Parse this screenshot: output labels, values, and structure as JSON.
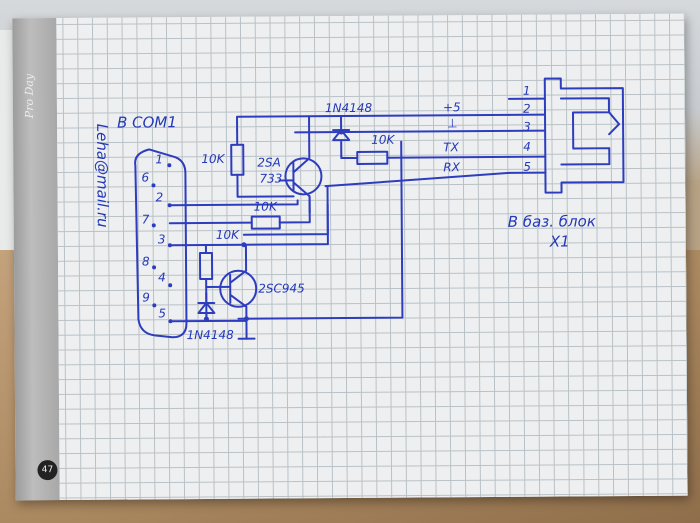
{
  "photo": {
    "subject": "hand-drawn schematic on graph paper notebook",
    "ink_color": "#2d3dbe",
    "paper_color": "#eeeff0",
    "grid_color": "#b9c1c6"
  },
  "notebook": {
    "page_number": "47",
    "brand_text": "Pro Day"
  },
  "schematic": {
    "left_title": "В COM1",
    "right_title_line1": "В баз. блок",
    "right_title_line2": "X1",
    "email_text": "Leha@mail.ru",
    "db9_pins": [
      "1",
      "6",
      "2",
      "7",
      "3",
      "8",
      "4",
      "9",
      "5"
    ],
    "right_pins": [
      "1",
      "2",
      "3",
      "4",
      "5"
    ],
    "signal_labels": {
      "plus5": "+5",
      "ground": "⊥",
      "tx": "TX",
      "rx": "RX"
    },
    "components": {
      "r_top_left": "10K",
      "q1_type_a": "2SA",
      "q1_type_b": "733",
      "diode_top": "1N4148",
      "r_top_right": "10K",
      "r_middle": "10K",
      "r_lower": "10K",
      "q2_type": "2SC945",
      "diode_bottom": "1N4148"
    }
  }
}
